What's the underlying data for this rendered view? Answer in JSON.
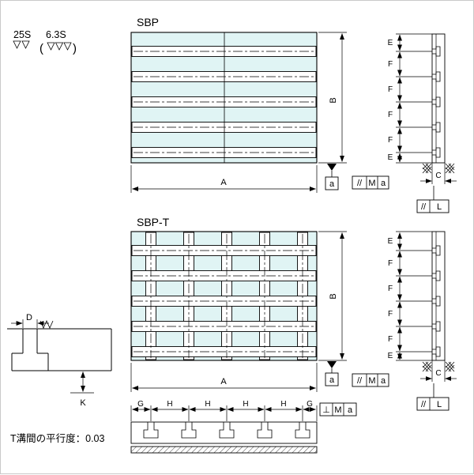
{
  "roughness": {
    "primary": "25S",
    "secondary": "6.3S",
    "paren_open": "(",
    "paren_close": ")"
  },
  "views": {
    "sbp": {
      "title": "SBP"
    },
    "sbpt": {
      "title": "SBP-T"
    }
  },
  "dims": {
    "A": "A",
    "B": "B",
    "C": "C",
    "D": "D",
    "E": "E",
    "F": "F",
    "G": "G",
    "H": "H",
    "K": "K"
  },
  "datum": {
    "label": "a"
  },
  "fcf": {
    "parallel_datum": {
      "symbol": "//",
      "modifier": "M",
      "datum": "a"
    },
    "parallel_L": {
      "symbol": "//",
      "value": "L"
    },
    "perp_datum": {
      "symbol": "⊥",
      "modifier": "M",
      "datum": "a"
    }
  },
  "note": "T溝間の平行度：0.03",
  "colors": {
    "plate_fill": "#e0f4f4"
  }
}
